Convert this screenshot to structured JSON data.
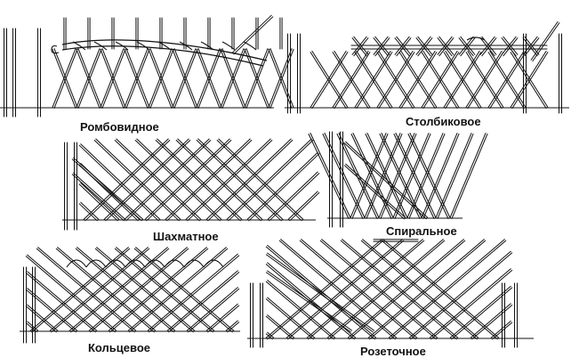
{
  "patterns": [
    {
      "id": "rhombic",
      "label": "Ромбовидное"
    },
    {
      "id": "column",
      "label": "Столбиковое"
    },
    {
      "id": "checker",
      "label": "Шахматное"
    },
    {
      "id": "spiral",
      "label": "Спиральное"
    },
    {
      "id": "ring",
      "label": "Кольцевое"
    },
    {
      "id": "rosette",
      "label": "Розеточное"
    }
  ],
  "colors": {
    "ink": "#111111",
    "paper": "#ffffff"
  }
}
